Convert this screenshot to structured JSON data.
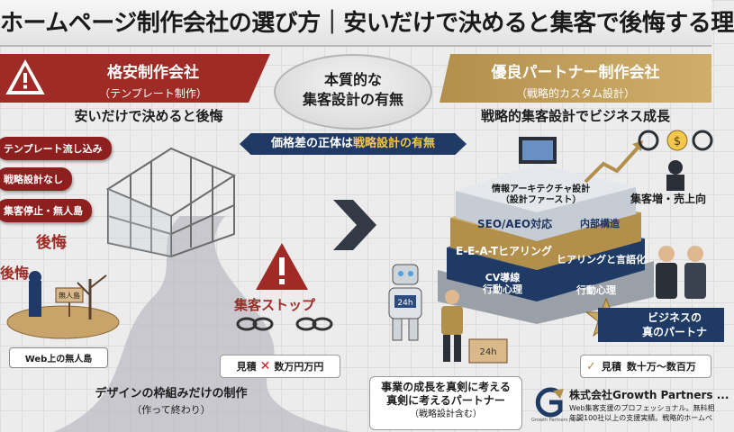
{
  "title": "ホームページ制作会社の選び方｜安いだけで決めると集客で後悔する理",
  "left": {
    "header_title": "格安制作会社",
    "header_sub": "（テンプレート制作）",
    "subtitle": "安いだけで決めると後悔",
    "bubbles": [
      "テンプレート流し込み",
      "戦略設計なし",
      "集客停止・無人島"
    ],
    "regret_1": "後悔",
    "regret_2": "後悔",
    "island_sign": "無人島",
    "island_label": "Web上の無人島",
    "design_caption": "デザインの枠組みだけの制作",
    "design_caption_sub": "（作って終わり）",
    "stop_label": "集客ストップ",
    "price_label": "見積",
    "price_mark": "✕",
    "price_value": "数万円万円",
    "accent": "#9e2b25"
  },
  "center": {
    "oval_line1": "本質的な",
    "oval_line2": "集客設計の有無",
    "banner_pre": "価格差の正体は",
    "banner_highlight": "戦略設計の有無"
  },
  "right": {
    "header_title": "優良パートナー制作会社",
    "header_sub": "（戦略的カスタム設計）",
    "subtitle": "戦略的集客設計でビジネス成長",
    "layers": {
      "arch_1": "情報アーキテクチャ設計",
      "arch_2": "（設計ファースト）",
      "seo": "SEO/AEO対応",
      "internal": "内部構造",
      "eeat": "E-E-A-Tヒアリング",
      "hearing": "ヒアリングと言語化",
      "cv_1": "CV導線",
      "cv_2": "行動心理",
      "psychology": "行動心理"
    },
    "robot_tag": "24h",
    "box_tag": "24h",
    "result": "集客増・売上向",
    "partner_1": "ビジネスの",
    "partner_2": "真のパートナ",
    "price_label": "見積",
    "price_mark": "✓",
    "price_value": "数十万〜数百万",
    "caption_1": "事業の成長を真剣に考える",
    "caption_2": "真剣に考えるパートナー",
    "caption_sub": "（戦略設計含む）",
    "accent": "#b38f4c",
    "navy": "#203a66"
  },
  "company": {
    "name": "株式会社Growth Partners ...",
    "logo_sub": "Growth Partners Japan",
    "desc_1": "Web集客支援のプロフェッショナル。無料相",
    "desc_2": "年間100社以上の支援実績。戦略的ホームペ"
  }
}
